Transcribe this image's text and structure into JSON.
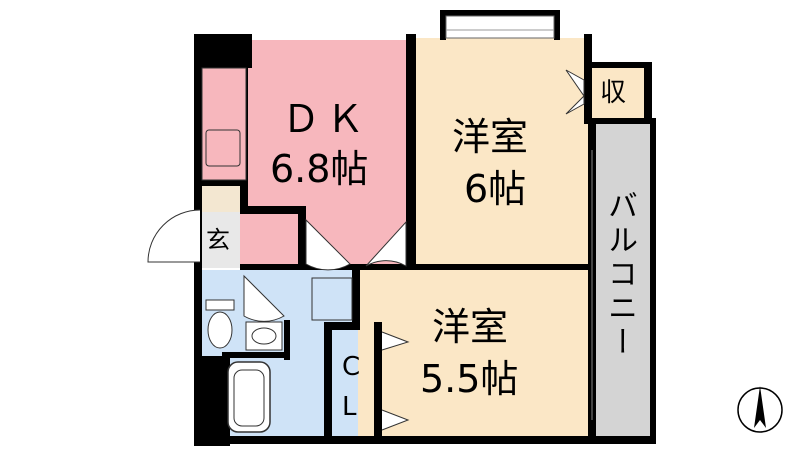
{
  "rooms": {
    "dk": {
      "name": "ＤＫ",
      "size": "6.8帖"
    },
    "western_north": {
      "name": "洋室",
      "size": "6帖"
    },
    "western_south": {
      "name": "洋室",
      "size": "5.5帖"
    },
    "closet_c": "C",
    "closet_l": "L",
    "storage": "収",
    "entrance": "玄",
    "balcony": "バルコニー"
  },
  "colors": {
    "dk": "#f7b7bd",
    "western": "#fbe7c6",
    "wet_area": "#cfe3f7",
    "balcony": "#d4d4d4",
    "entrance": "#e8e8e8",
    "wall": "#000000"
  },
  "north_arrow": "north-arrow-icon"
}
